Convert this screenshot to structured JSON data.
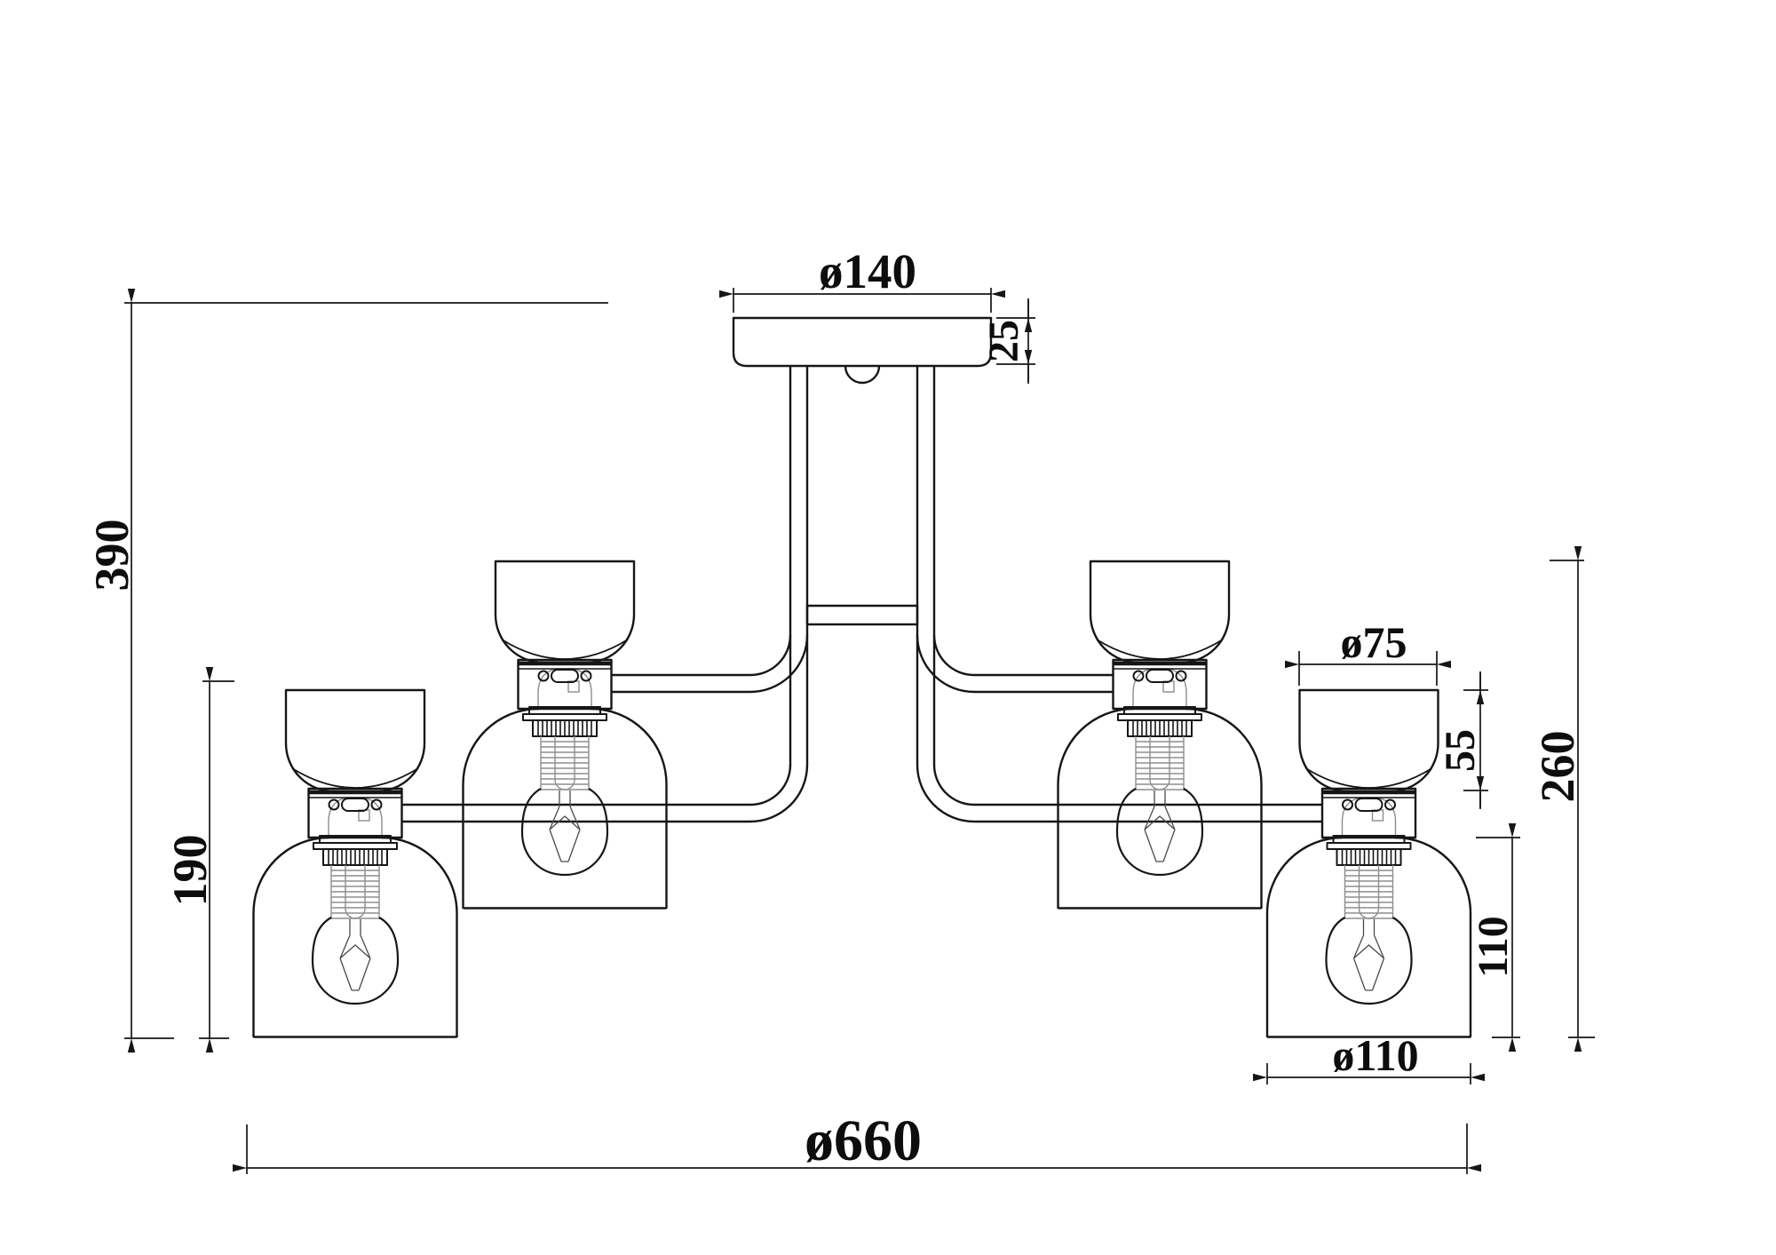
{
  "drawing": {
    "depicts": "ceiling light fixture dimensional line drawing",
    "background": "#ffffff",
    "line_color": "#161616",
    "dimensions": {
      "canopy_diameter": "ø140",
      "canopy_height": "25",
      "overall_height": "390",
      "outer_lamp_height": "190",
      "cup_shade_diameter": "ø75",
      "cup_shade_height": "55",
      "inner_lamp_drop": "260",
      "dome_shade_height": "110",
      "dome_shade_diameter": "ø110",
      "overall_diameter": "ø660"
    }
  }
}
